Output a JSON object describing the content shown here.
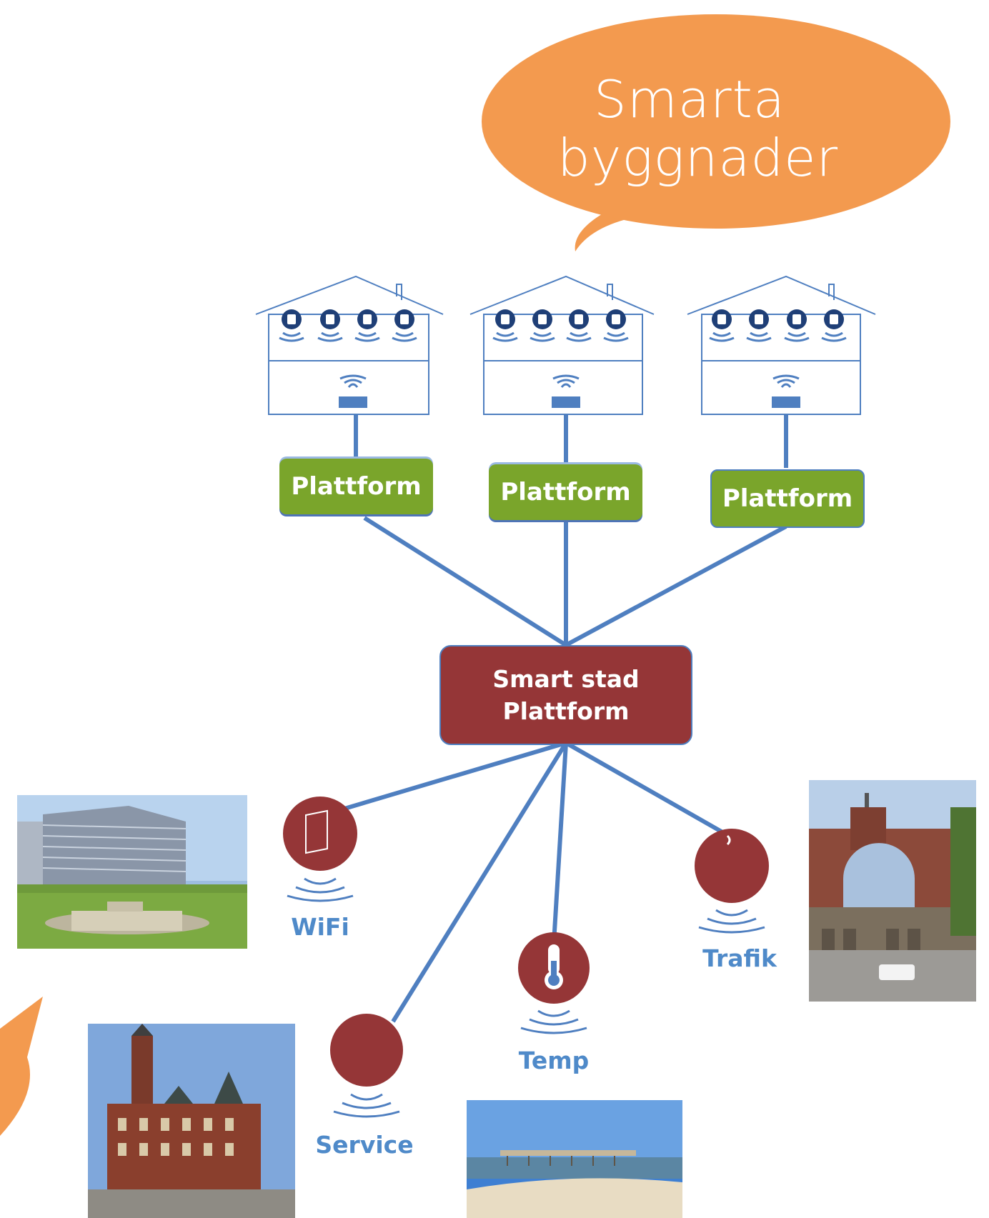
{
  "bubble": {
    "line1": "Smarta",
    "line2": "byggnader",
    "color": "#f39a4f"
  },
  "platforms": [
    {
      "label": "Plattform"
    },
    {
      "label": "Plattform"
    },
    {
      "label": "Plattform"
    }
  ],
  "hub": {
    "line1": "Smart stad",
    "line2": "Plattform",
    "color": "#953637"
  },
  "sensors": [
    {
      "label": "WiFi",
      "icon": "wifi-door-icon"
    },
    {
      "label": "Trafik",
      "icon": "traffic-icon"
    },
    {
      "label": "Temp",
      "icon": "thermometer-icon"
    },
    {
      "label": "Service",
      "icon": "service-icon"
    }
  ],
  "colors": {
    "line": "#4f7fc0",
    "platform": "#7aa52b",
    "node": "#953637",
    "label": "#4f8ac9",
    "bubble": "#f39a4f"
  },
  "photos": [
    {
      "name": "photo-modern-buildings-park"
    },
    {
      "name": "photo-castle-tower"
    },
    {
      "name": "photo-town-hall"
    },
    {
      "name": "photo-beach-pier"
    }
  ]
}
